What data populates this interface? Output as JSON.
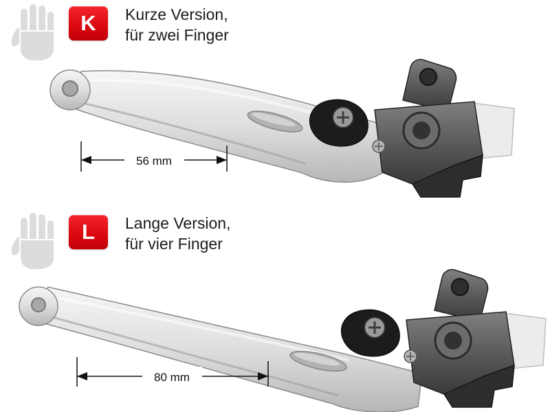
{
  "colors": {
    "badge_red": "#dd0a11",
    "lever_metal": "#dedede",
    "bracket_dark": "#585858",
    "text": "#1b1b1b"
  },
  "icons": {
    "hand_icon": "open-hand-silhouette"
  },
  "sections": [
    {
      "id": "short",
      "badge": "K",
      "title_line1": "Kurze Version,",
      "title_line2": "für zwei Finger",
      "dimension": "56 mm"
    },
    {
      "id": "long",
      "badge": "L",
      "title_line1": "Lange Version,",
      "title_line2": "für vier Finger",
      "dimension": "80 mm"
    }
  ]
}
